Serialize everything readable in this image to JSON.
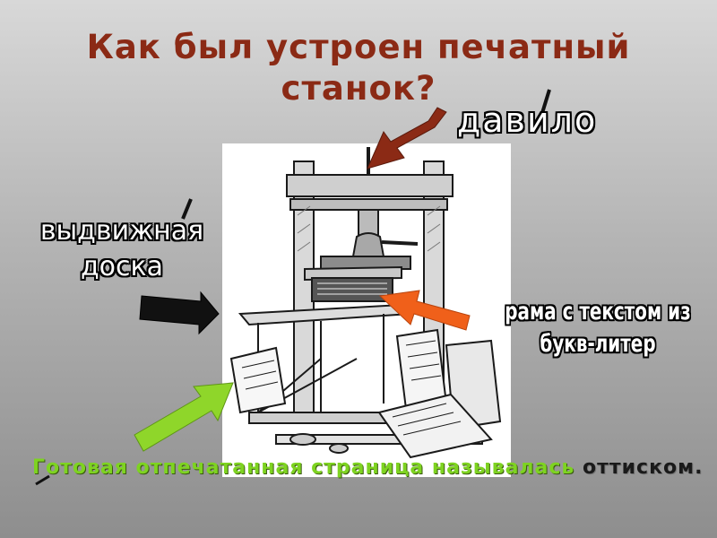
{
  "slide": {
    "title": "Как  был устроен печатный станок?",
    "labels": {
      "davilo": "давило",
      "doska_line1": "выдвижная",
      "doska_line2": "доска",
      "rama_line1": "рама с текстом из",
      "rama_line2": "букв-литер"
    },
    "note_text": "Готовая отпечатанная страница называлась ",
    "note_term": "оттиском."
  },
  "colors": {
    "title": "#8b2a15",
    "arrow_davilo": "#8b2a15",
    "arrow_doska": "#111111",
    "arrow_rama": "#f0601a",
    "arrow_print": "#8fd62a",
    "note": "#7ed321"
  }
}
